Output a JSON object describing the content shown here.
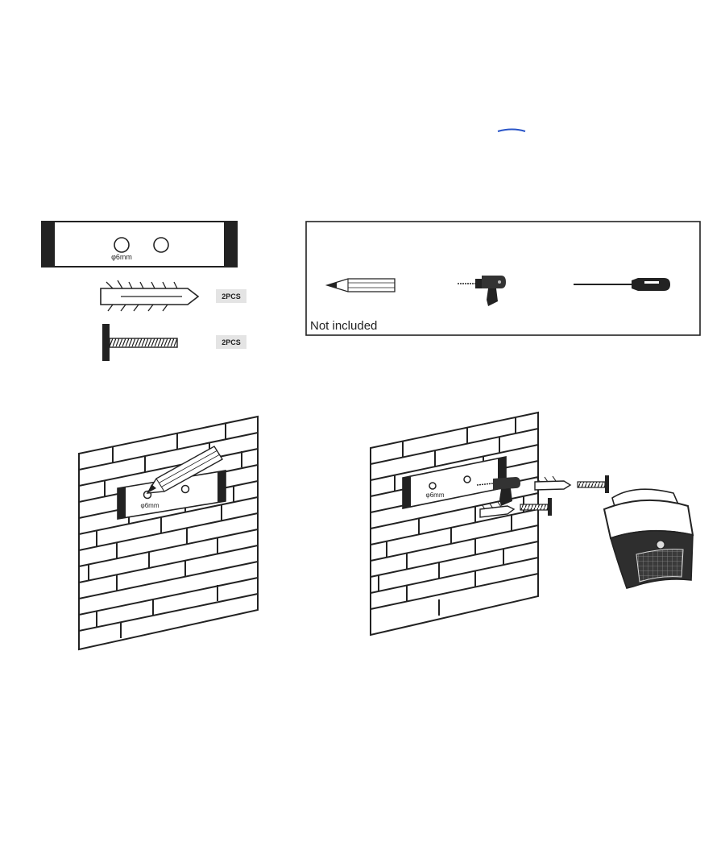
{
  "parts": {
    "bracket_hole_label": "φ6mm",
    "anchor_qty": "2PCS",
    "screw_qty": "2PCS"
  },
  "tools": {
    "note": "Not included",
    "items": [
      "pencil-icon",
      "drill-icon",
      "screwdriver-icon"
    ]
  },
  "steps": {
    "step1_hole_label": "φ6mm",
    "step2_hole_label": "φ6mm"
  }
}
